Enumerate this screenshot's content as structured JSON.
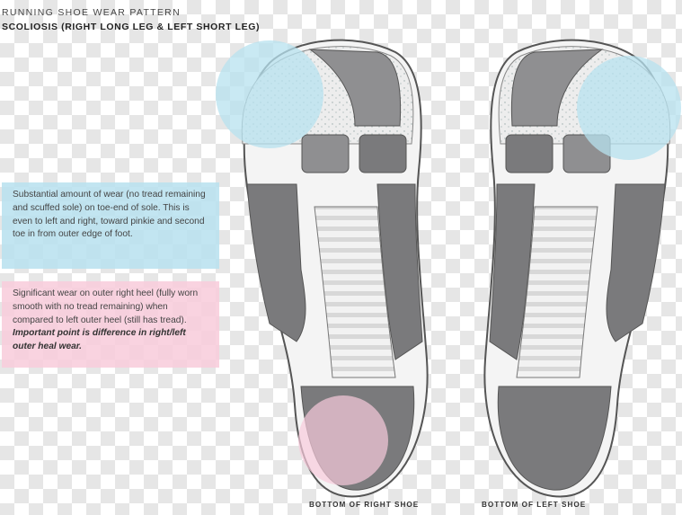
{
  "header": {
    "title": "RUNNING SHOE WEAR PATTERN",
    "subtitle": "SCOLIOSIS (RIGHT LONG LEG & LEFT SHORT LEG)"
  },
  "notes": {
    "toe_wear": "Substantial amount of wear (no tread remaining and scuffed sole) on toe-end of sole. This is even to left and right, toward pinkie and second toe in from outer edge of foot.",
    "heel_wear_text": "Significant wear on outer right heel (fully worn smooth with no tread remaining) when compared to left outer heel (still has tread). ",
    "heel_wear_emphasis": "Important point is difference in right/left outer heal wear."
  },
  "captions": {
    "right_shoe": "BOTTOM OF RIGHT SHOE",
    "left_shoe": "BOTTOM OF LEFT SHOE"
  },
  "colors": {
    "toe_highlight": "#b7e1ef",
    "heel_highlight": "#f8cbdb",
    "sole_dark": "#6e6e70",
    "sole_mid": "#9a9a9c",
    "arch_light": "#dcdcdc"
  }
}
